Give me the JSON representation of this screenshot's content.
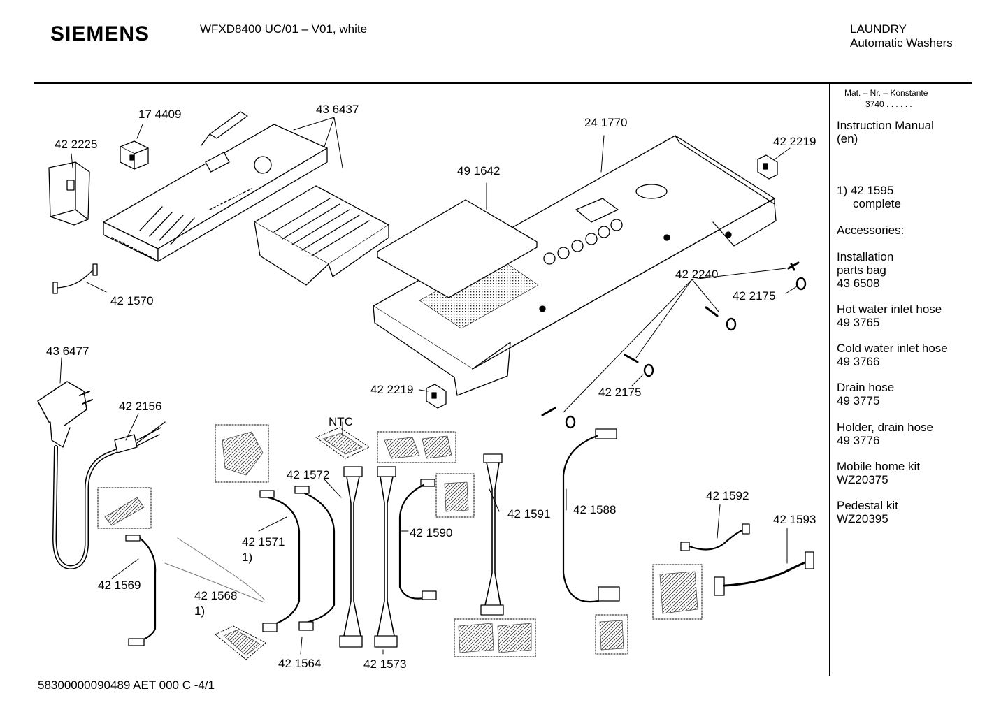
{
  "header": {
    "brand": "SIEMENS",
    "model": "WFXD8400 UC/01 – V01, white",
    "category_line1": "LAUNDRY",
    "category_line2": "Automatic Washers"
  },
  "sidebar": {
    "mat_label": "Mat. – Nr. – Konstante",
    "mat_value": "3740 . . . . . .",
    "manual_line1": "Instruction Manual",
    "manual_line2": "(en)",
    "note_line1": "1)  42 1595",
    "note_line2": "complete",
    "accessories_heading": "Accessories",
    "accessories_colon": ":",
    "accessories": [
      {
        "name": [
          "Installation",
          "parts bag"
        ],
        "number": "43 6508"
      },
      {
        "name": [
          "Hot water inlet hose"
        ],
        "number": "49 3765"
      },
      {
        "name": [
          "Cold water inlet hose"
        ],
        "number": "49 3766"
      },
      {
        "name": [
          "Drain hose"
        ],
        "number": "49 3775"
      },
      {
        "name": [
          "Holder, drain hose"
        ],
        "number": "49 3776"
      },
      {
        "name": [
          "Mobile home kit"
        ],
        "number": "WZ20375"
      },
      {
        "name": [
          "Pedestal kit"
        ],
        "number": "WZ20395"
      }
    ]
  },
  "parts": {
    "p174409": "17 4409",
    "p436437": "43 6437",
    "p422225": "42 2225",
    "p241770": "24 1770",
    "p491642": "49 1642",
    "p422219a": "42 2219",
    "p421570": "42 1570",
    "p422240": "42 2240",
    "p422175a": "42 2175",
    "p436477": "43 6477",
    "p422156": "42 2156",
    "p422219b": "42 2219",
    "p422175b": "42 2175",
    "ntc": "NTC",
    "p421572": "42 1572",
    "p421591": "42 1591",
    "p421588": "42 1588",
    "p421571": "42 1571",
    "p421571_note": "1)",
    "p421590": "42 1590",
    "p421592": "42 1592",
    "p421593": "42 1593",
    "p421569": "42 1569",
    "p421568": "42 1568",
    "p421568_note": "1)",
    "p421564": "42 1564",
    "p421573": "42 1573"
  },
  "footer": {
    "doc_code": "58300000090489 AET 000 C -4/1"
  }
}
